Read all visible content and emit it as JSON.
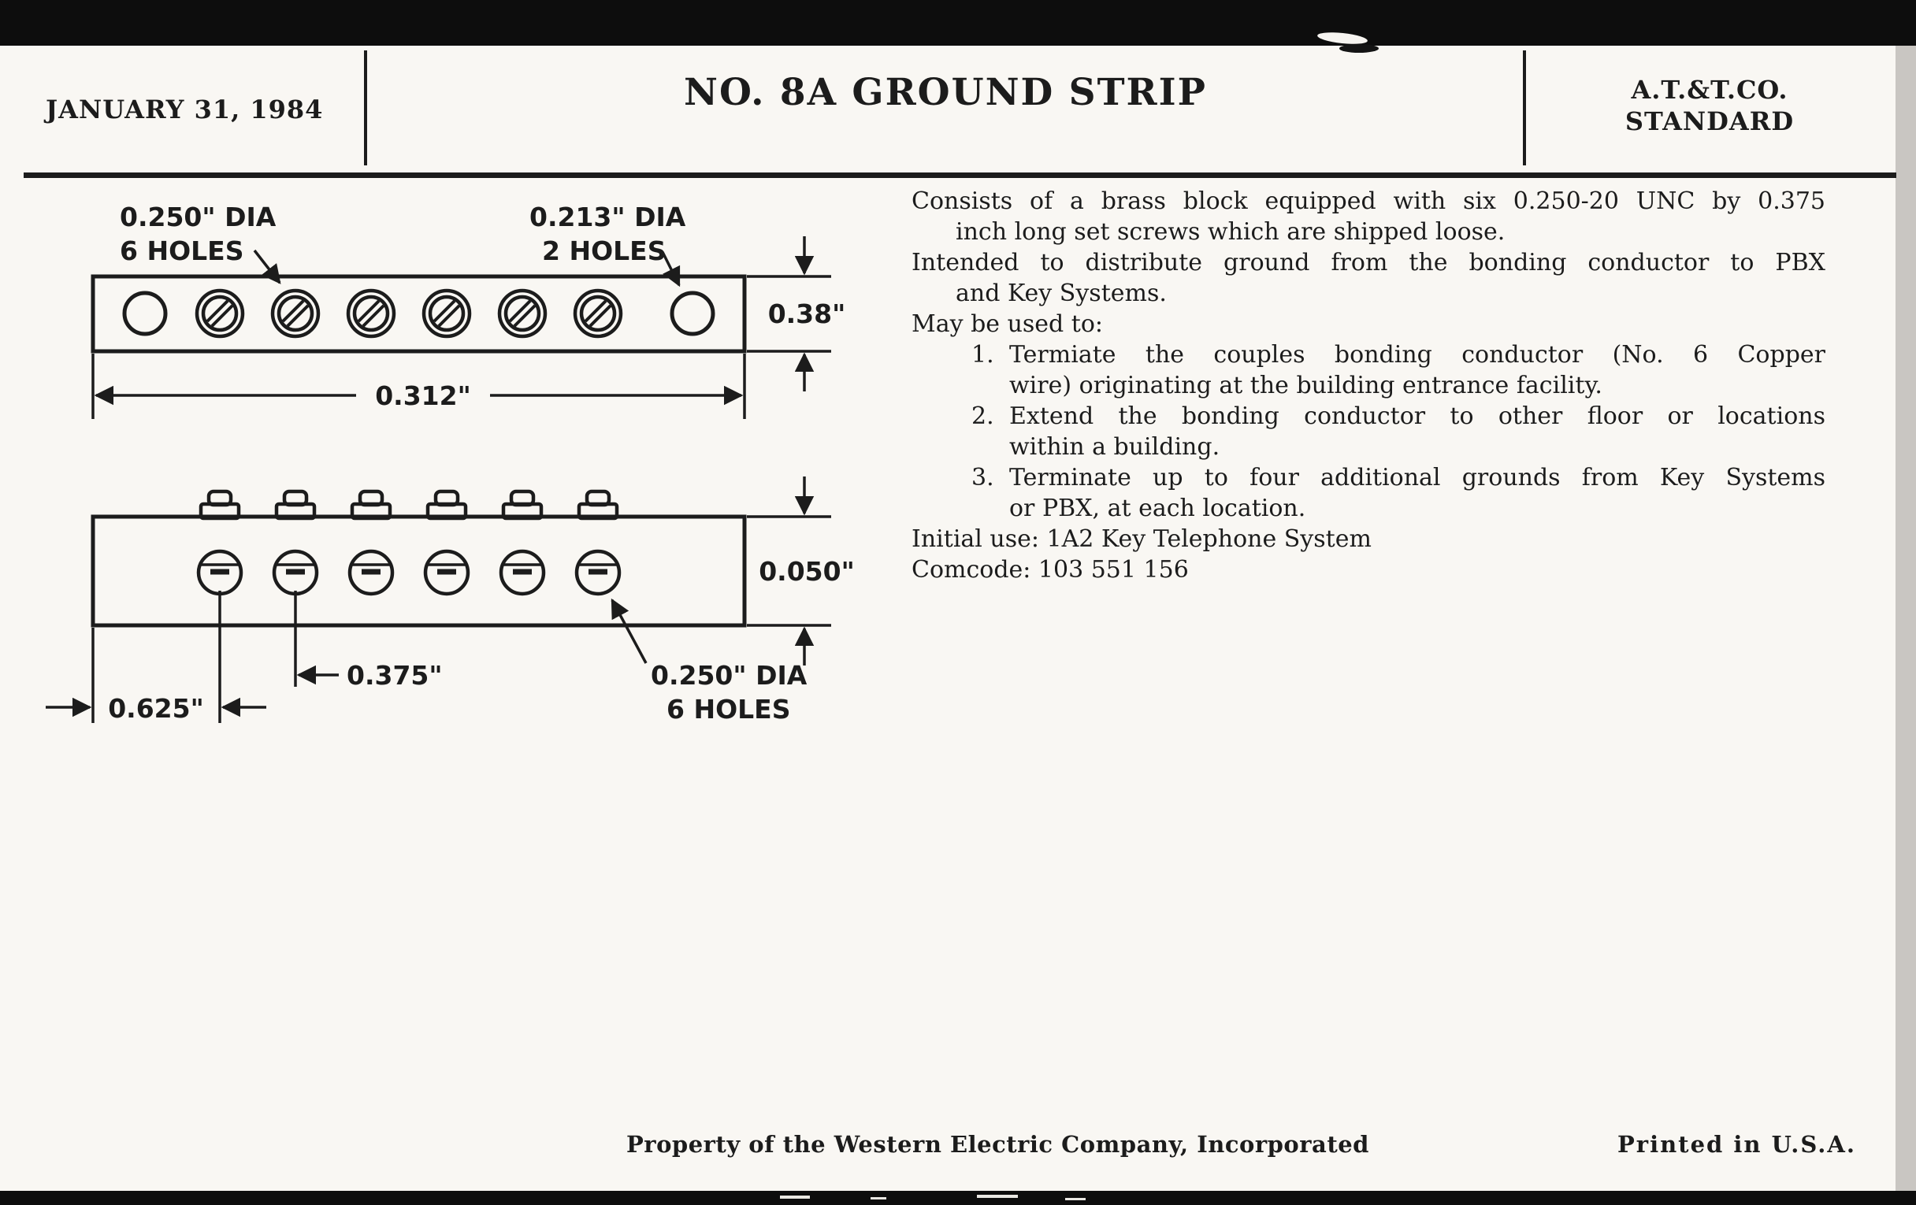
{
  "header": {
    "date": "JANUARY 31, 1984",
    "title": "NO. 8A GROUND STRIP",
    "org_line1": "A.T.&T.CO.",
    "org_line2": "STANDARD"
  },
  "diagram": {
    "top_view": {
      "screw_hole_label_line1": "0.250\" DIA",
      "screw_hole_label_line2": "6 HOLES",
      "end_hole_label_line1": "0.213\" DIA",
      "end_hole_label_line2": "2 HOLES",
      "height_dim": "0.38\"",
      "width_dim": "0.312\""
    },
    "side_view": {
      "height_dim": "0.050\"",
      "end_offset_dim": "0.625\"",
      "pitch_dim": "0.375\"",
      "hole_label_line1": "0.250\" DIA",
      "hole_label_line2": "6 HOLES"
    }
  },
  "body": {
    "paragraphs": [
      {
        "lines": [
          "Consists of a brass block equipped with six 0.250-20 UNC by 0.375",
          "inch long set screws which are shipped loose."
        ]
      },
      {
        "lines": [
          "Intended to distribute ground from the bonding conductor to PBX",
          "and Key Systems."
        ]
      },
      {
        "lines": [
          "May be used to:"
        ]
      }
    ],
    "list": [
      {
        "num": "1.",
        "lines": [
          "Termiate the couples bonding conductor (No. 6 Copper",
          "wire) originating at the building entrance facility."
        ]
      },
      {
        "num": "2.",
        "lines": [
          "Extend the bonding conductor to other floor or locations",
          "within a building."
        ]
      },
      {
        "num": "3.",
        "lines": [
          "Terminate up to four additional grounds from Key Systems",
          "or PBX, at each location."
        ]
      }
    ],
    "initial_use": "Initial use: 1A2 Key Telephone System",
    "comcode": "Comcode: 103 551 156"
  },
  "footer": {
    "property": "Property of the Western Electric Company, Incorporated",
    "printed": "Printed in U.S.A."
  },
  "colors": {
    "ink": "#1c1c1c",
    "paper": "#f9f7f3",
    "scan_bar": "#0d0d0d"
  }
}
